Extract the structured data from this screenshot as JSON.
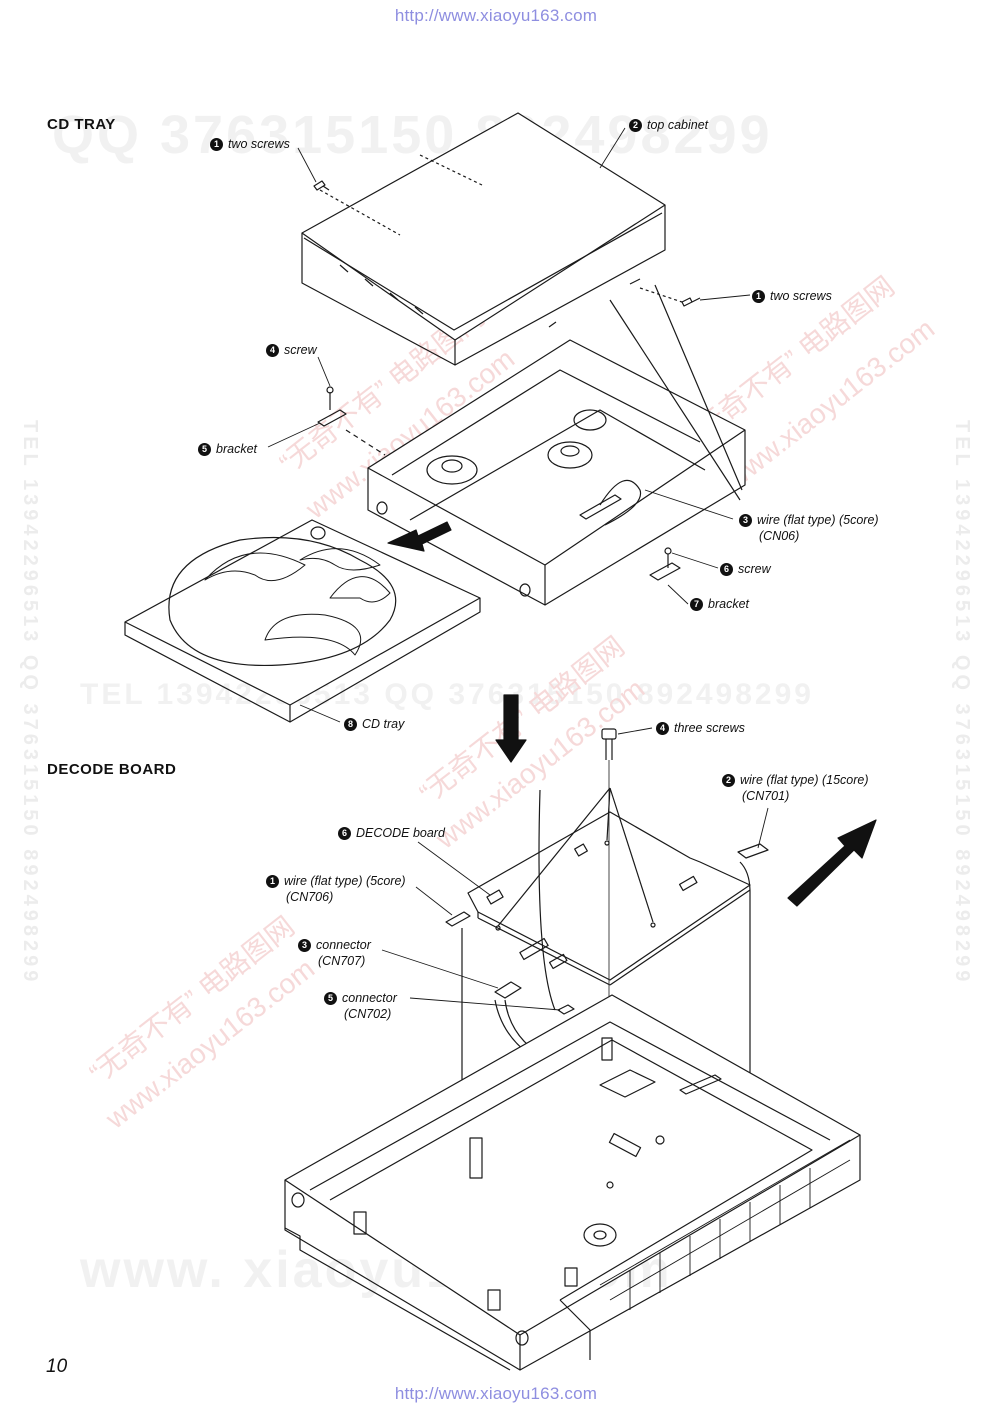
{
  "header_url": "http://www.xiaoyu163.com",
  "footer_url": "http://www.xiaoyu163.com",
  "page_number": "10",
  "watermarks": {
    "qq_line": "QQ 376315150   892498299",
    "tel_line": "TEL 13942296513    QQ 376315150   892498299",
    "www_line": "www. xiaoyu163 .com",
    "side_vertical": "TEL 13942296513  QQ 376315150  892498299",
    "cn_a": "“无奇不有” 电路图网",
    "cn_b": "www.xiaoyu163.com"
  },
  "cd_tray": {
    "title": "CD  TRAY",
    "callouts": [
      {
        "n": "2",
        "text": "top cabinet"
      },
      {
        "n": "1",
        "text": "two screws"
      },
      {
        "n": "1",
        "text": "two screws"
      },
      {
        "n": "4",
        "text": "screw"
      },
      {
        "n": "5",
        "text": "bracket"
      },
      {
        "n": "3",
        "text": "wire (flat type) (5core)",
        "sub": "(CN06)"
      },
      {
        "n": "6",
        "text": "screw"
      },
      {
        "n": "7",
        "text": "bracket"
      },
      {
        "n": "8",
        "text": "CD tray"
      }
    ]
  },
  "decode_board": {
    "title": "DECODE  BOARD",
    "callouts": [
      {
        "n": "4",
        "text": "three screws"
      },
      {
        "n": "2",
        "text": "wire (flat type) (15core)",
        "sub": "(CN701)"
      },
      {
        "n": "6",
        "text": "DECODE board"
      },
      {
        "n": "1",
        "text": "wire (flat type) (5core)",
        "sub": "(CN706)"
      },
      {
        "n": "3",
        "text": "connector",
        "sub": "(CN707)"
      },
      {
        "n": "5",
        "text": "connector",
        "sub": "(CN702)"
      }
    ]
  }
}
